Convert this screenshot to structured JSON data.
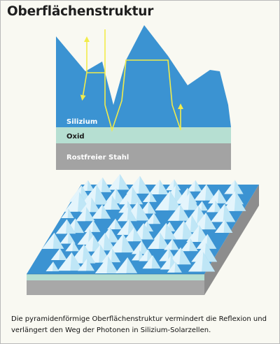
{
  "title": "Oberflächenstruktur",
  "layers": {
    "silicon": "Silizium",
    "oxide": "Oxid",
    "steel": "Rostfreier Stahl"
  },
  "caption": "Die pyramidenförmige Oberflächenstruktur vermindert die Reflexion und verlängert den Weg der Photonen in Silizium-Solarzellen.",
  "colors": {
    "silicon": "#3b93d2",
    "oxide": "#b6dfd2",
    "steel": "#a3a3a3",
    "light_ray": "#f2ec4a",
    "pyramid_light": "#bfe6f6"
  },
  "icons": [
    "light-ray-arrow",
    "pyramid"
  ]
}
